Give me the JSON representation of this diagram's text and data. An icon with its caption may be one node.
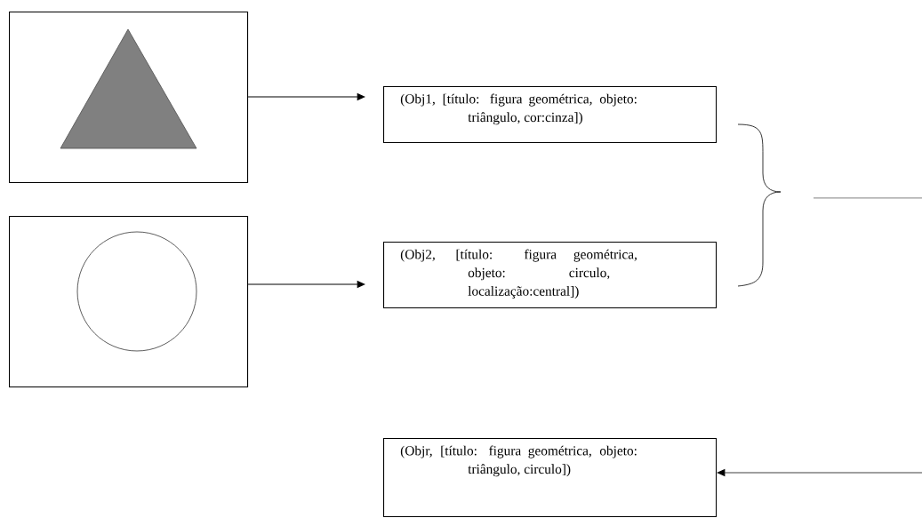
{
  "diagram": {
    "nodes": [
      {
        "text": [],
        "shape": "picture"
      },
      {
        "text": [],
        "shape": "picture"
      },
      {
        "text": [
          "(Obj1, [título: figura geométrica, objeto: triângulo, cor:cinza])"
        ]
      },
      {
        "text": [
          "(Obj2, [título: figura geométrica, objeto: circulo, localização:central])"
        ]
      },
      {
        "text": [
          "(Objr, [título: figura geométrica, objeto: triângulo, circulo])"
        ]
      }
    ],
    "edges": [
      {
        "from": 0,
        "to": 2,
        "arrow": "to"
      },
      {
        "from": 1,
        "to": 3,
        "arrow": "to"
      },
      {
        "from": null,
        "to": 4,
        "arrow": "to"
      }
    ]
  }
}
